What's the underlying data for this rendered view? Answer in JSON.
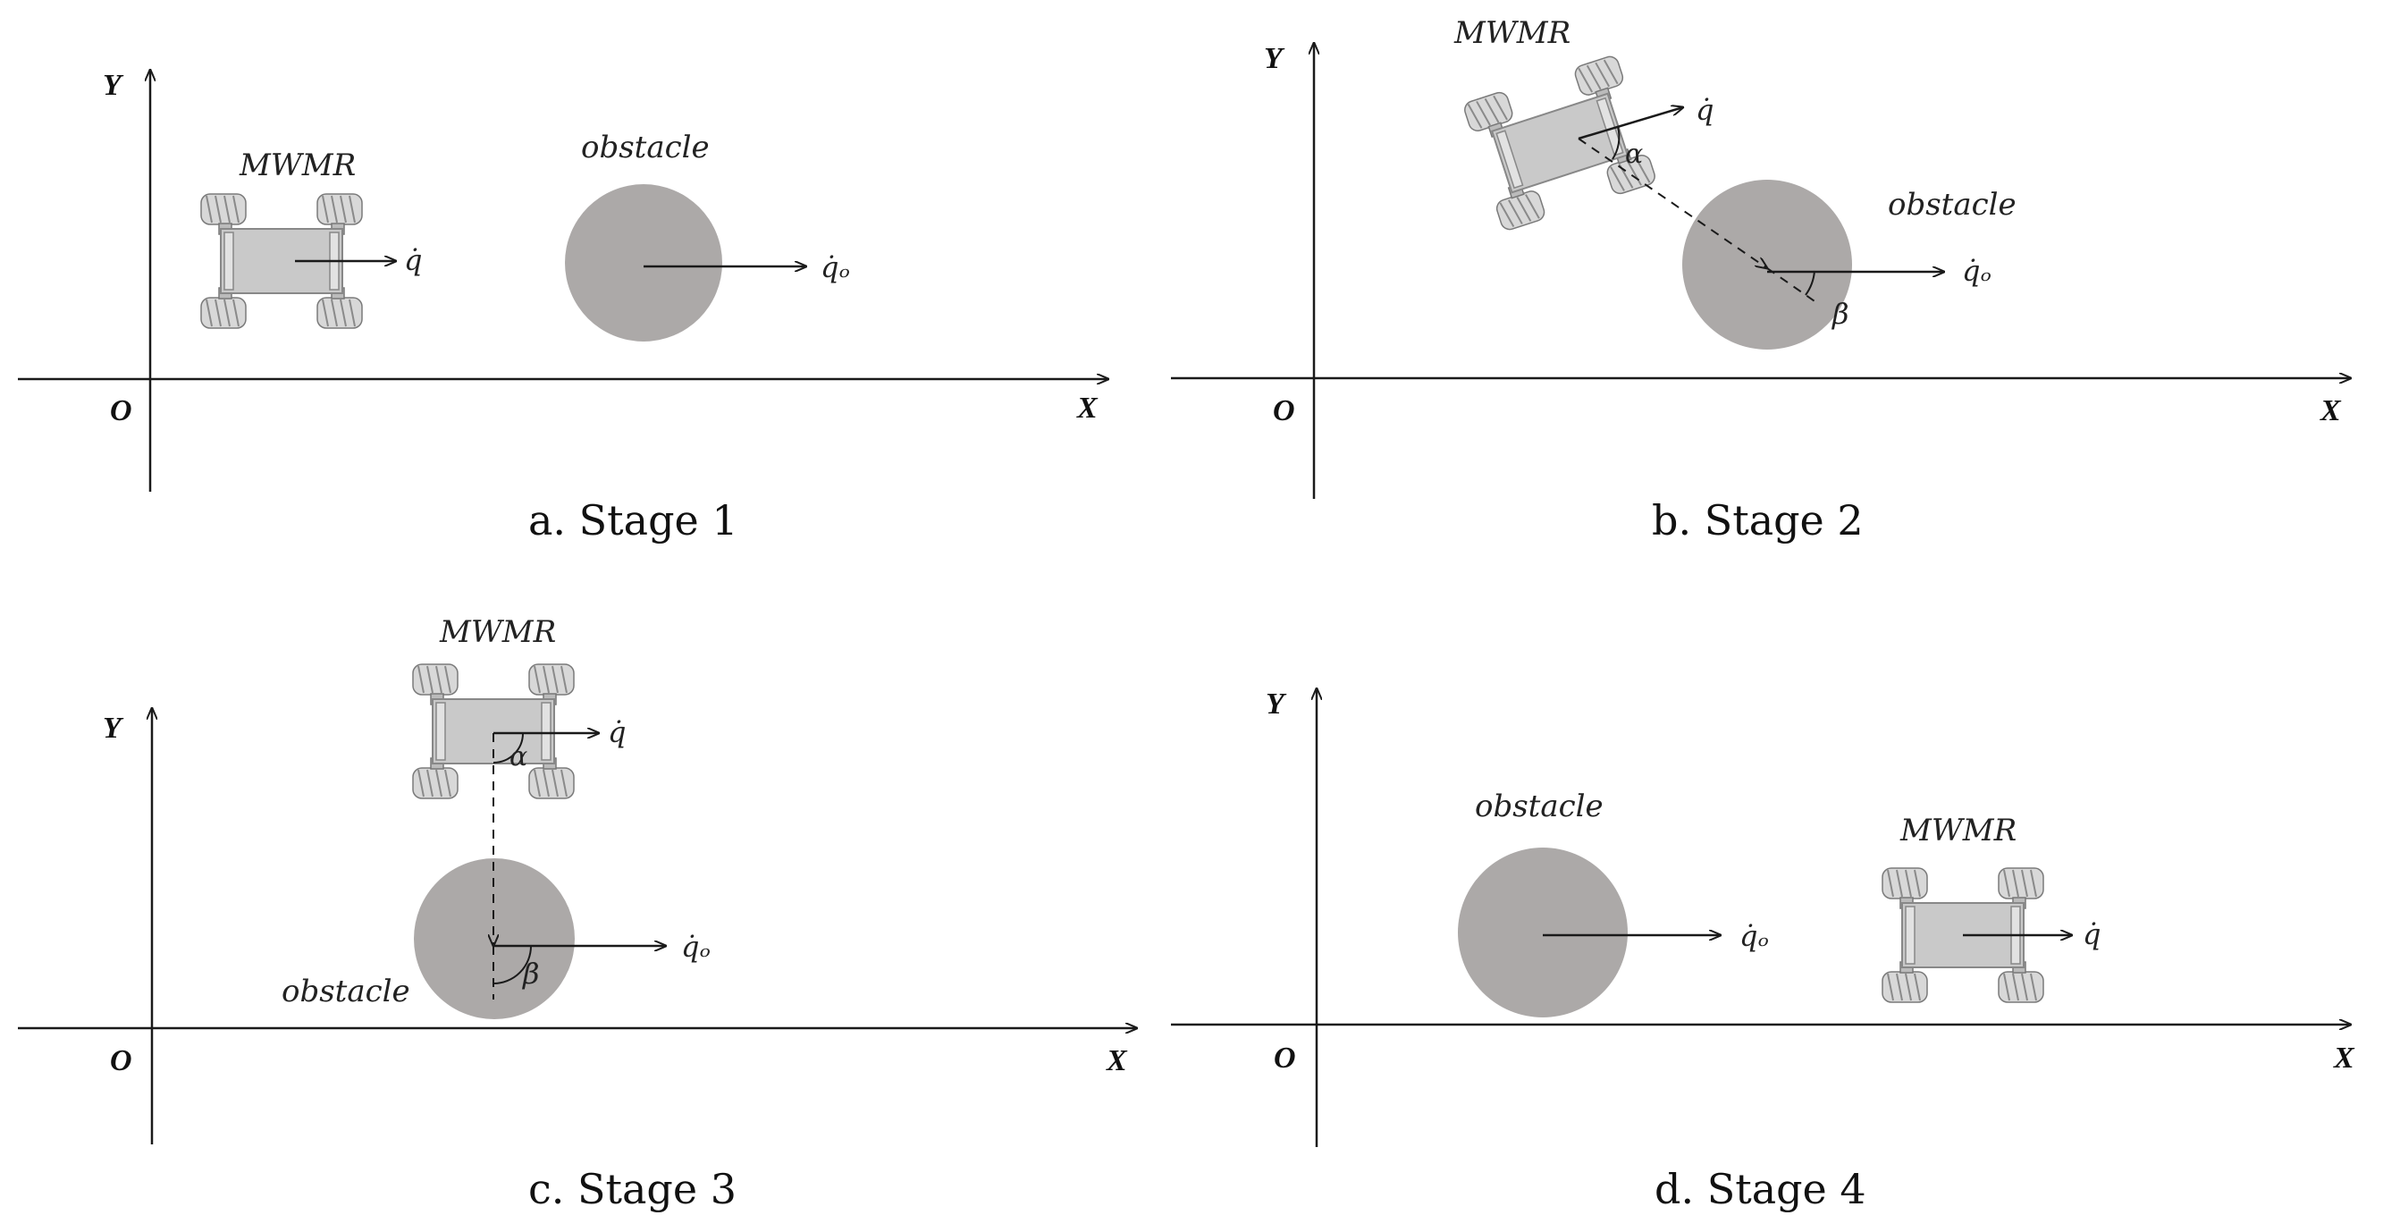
{
  "colors": {
    "axis": "#1a1a1a",
    "obstacle": "#aca9a8",
    "robot_body": "#c9c9c9",
    "wheel": "#d8d8d8",
    "wheel_stroke": "#7a7a7a",
    "arrow": "#1a1a1a"
  },
  "axes": {
    "x_label": "X",
    "y_label": "Y",
    "origin_label": "O"
  },
  "labels": {
    "robot": "MWMR",
    "obstacle": "obstacle",
    "robot_velocity": "q̇",
    "obstacle_velocity": "q̇ₒ",
    "alpha": "α",
    "beta": "β"
  },
  "panels": [
    {
      "id": "a",
      "caption": "a. Stage 1"
    },
    {
      "id": "b",
      "caption": "b. Stage 2"
    },
    {
      "id": "c",
      "caption": "c. Stage 3"
    },
    {
      "id": "d",
      "caption": "d. Stage 4"
    }
  ],
  "icons": {
    "robot": "mecanum-robot-icon",
    "obstacle": "circle-obstacle"
  }
}
